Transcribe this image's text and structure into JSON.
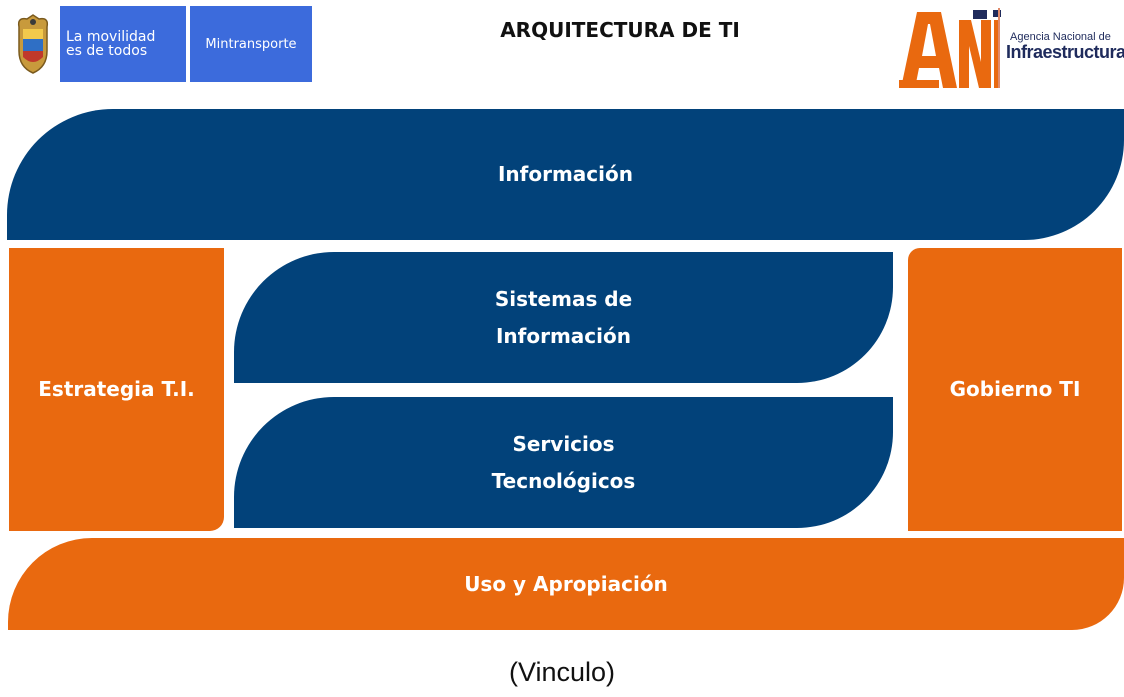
{
  "header": {
    "gov_banner": {
      "line1": "La movilidad",
      "line2": "es de todos",
      "ministry": "Mintransporte",
      "shield_icon": "colombia-coat-of-arms-icon",
      "color": "#3c6bdc"
    },
    "title": "ARQUITECTURA DE TI",
    "ani_logo": {
      "mark": "ANI",
      "line1": "Agencia Nacional de",
      "line2": "Infraestructura",
      "colors": {
        "orange": "#e9690f",
        "navy": "#1f2b5c"
      }
    }
  },
  "diagram": {
    "informacion": "Información",
    "estrategia": "Estrategia T.I.",
    "sistemas_line1": "Sistemas de",
    "sistemas_line2": "Información",
    "servicios_line1": "Servicios",
    "servicios_line2": "Tecnológicos",
    "gobierno": "Gobierno TI",
    "uso": "Uso y Apropiación",
    "colors": {
      "blue": "#02427a",
      "orange": "#e9690f"
    }
  },
  "caption": "(Vinculo)"
}
